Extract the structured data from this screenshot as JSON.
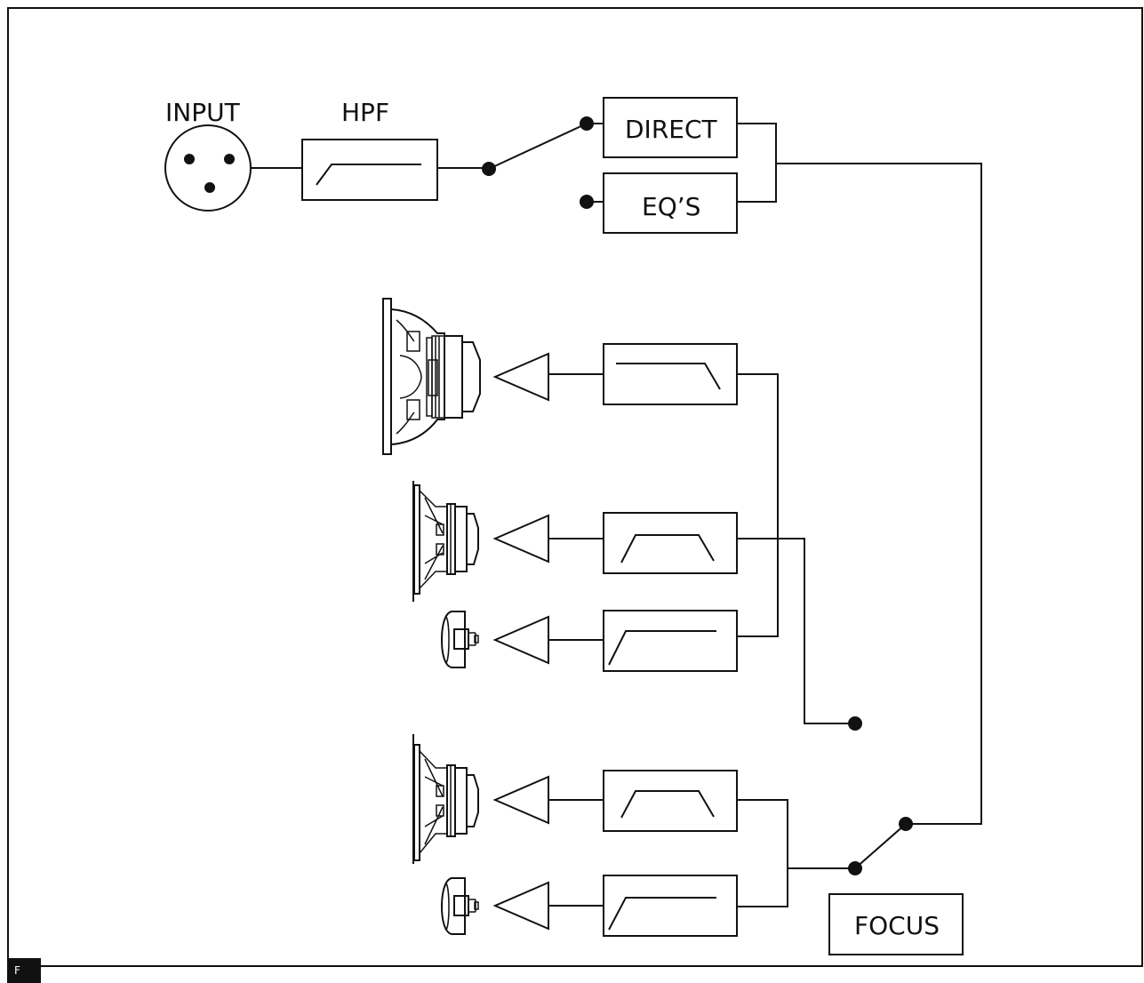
{
  "labels": {
    "input": "INPUT",
    "hpf": "HPF",
    "direct": "DIRECT",
    "eqs": "EQ’S",
    "focus": "FOCUS"
  },
  "corner_tag": "F",
  "colors": {
    "line": "#111111",
    "background": "#ffffff"
  },
  "icons": [
    "xlr-connector-icon",
    "woofer-icon",
    "midrange-icon",
    "tweeter-icon",
    "amplifier-icon",
    "filter-icon"
  ]
}
